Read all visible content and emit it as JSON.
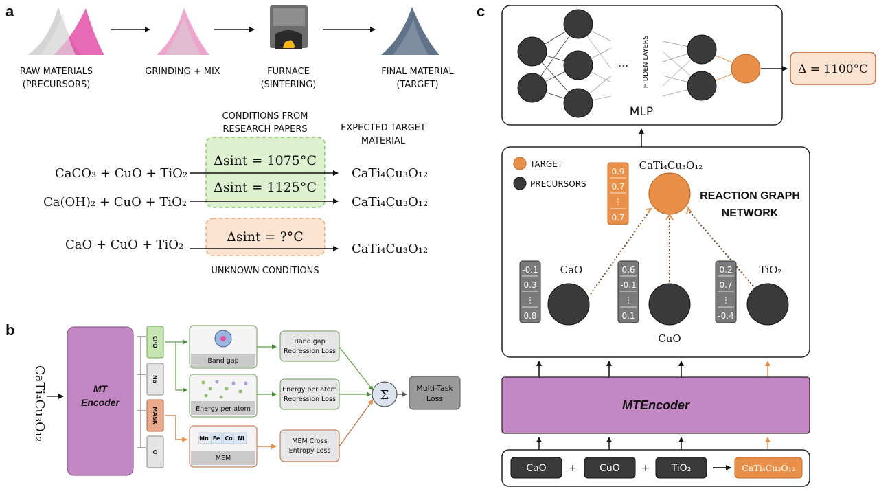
{
  "panel_a": {
    "label": "a",
    "steps": [
      {
        "line1": "RAW MATERIALS",
        "line2": "(PRECURSORS)"
      },
      {
        "line1": "GRINDING + MIX",
        "line2": ""
      },
      {
        "line1": "FURNACE",
        "line2": "(SINTERING)"
      },
      {
        "line1": "FINAL MATERIAL",
        "line2": "(TARGET)"
      }
    ],
    "conditions_header": {
      "line1": "CONDITIONS FROM",
      "line2": "RESEARCH PAPERS"
    },
    "target_header": {
      "line1": "EXPECTED TARGET",
      "line2": "MATERIAL"
    },
    "reactions": [
      {
        "precursors": "CaCO₃ + CuO + TiO₂",
        "condition": "Δsint = 1075°C",
        "target": "CaTi₄Cu₃O₁₂"
      },
      {
        "precursors": "Ca(OH)₂ + CuO + TiO₂",
        "condition": "Δsint = 1125°C",
        "target": "CaTi₄Cu₃O₁₂"
      },
      {
        "precursors": "CaO + CuO + TiO₂",
        "condition": "Δsint = ?°C",
        "target": "CaTi₄Cu₃O₁₂"
      }
    ],
    "unknown_label": "UNKNOWN CONDITIONS"
  },
  "panel_b": {
    "label": "b",
    "input_formula": "CaTi₄Cu₃O₁₂",
    "encoder": {
      "line1": "MT",
      "line2": "Encoder"
    },
    "tokens": [
      "CPD",
      "Na",
      "MASK",
      "O"
    ],
    "tasks": [
      {
        "name": "Band gap",
        "loss_line1": "Band gap",
        "loss_line2": "Regression Loss"
      },
      {
        "name": "Energy per atom",
        "loss_line1": "Energy per atom",
        "loss_line2": "Regression Loss"
      },
      {
        "name": "MEM",
        "loss_line1": "MEM Cross",
        "loss_line2": "Entropy Loss"
      }
    ],
    "mem_elements": [
      "Mn",
      "Fe",
      "Co",
      "Ni"
    ],
    "sum_symbol": "Σ",
    "output": {
      "line1": "Multi-Task",
      "line2": "Loss"
    }
  },
  "panel_c": {
    "label": "c",
    "mlp": {
      "title": "MLP",
      "hidden": "HIDDEN LAYERS",
      "ellipsis": "...",
      "output": "Δ = 1100°C"
    },
    "legend": {
      "target": "TARGET",
      "precursors": "PRECURSORS"
    },
    "graph_title": {
      "line1": "REACTION GRAPH",
      "line2": "NETWORK"
    },
    "target_node": {
      "label": "CaTi₄Cu₃O₁₂",
      "vector": [
        "0.9",
        "0.7",
        "⋮",
        "0.7"
      ]
    },
    "precursor_nodes": [
      {
        "label": "CaO",
        "vector": [
          "-0.1",
          "0.3",
          "⋮",
          "0.8"
        ]
      },
      {
        "label": "CuO",
        "vector": [
          "0.6",
          "-0.1",
          "⋮",
          "0.1"
        ]
      },
      {
        "label": "TiO₂",
        "vector": [
          "0.2",
          "0.7",
          "⋮",
          "-0.4"
        ]
      }
    ],
    "encoder": "MTEncoder",
    "inputs": [
      "CaO",
      "CuO",
      "TiO₂"
    ],
    "plus": "+",
    "input_target": "CaTi₄Cu₃O₁₂"
  },
  "colors": {
    "purple": "#c388c4",
    "orange": "#e8904a",
    "dark": "#3a3a3a",
    "green_bg": "#ddf0cf",
    "orange_bg": "#fbe3d2"
  }
}
